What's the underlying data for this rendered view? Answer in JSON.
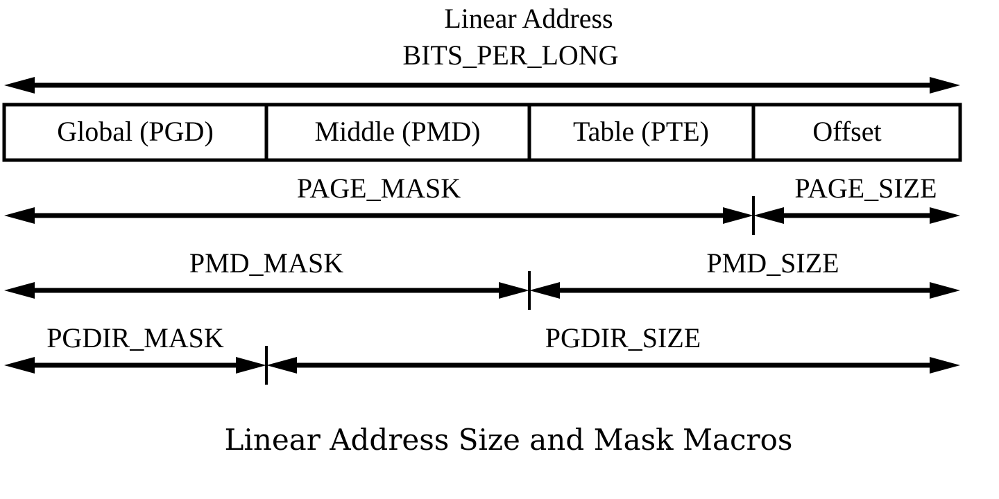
{
  "header": {
    "title": "Linear Address",
    "subtitle": "BITS_PER_LONG"
  },
  "fields": [
    {
      "label": "Global (PGD)"
    },
    {
      "label": "Middle (PMD)"
    },
    {
      "label": "Table (PTE)"
    },
    {
      "label": "Offset"
    }
  ],
  "ranges": {
    "page": {
      "mask": "PAGE_MASK",
      "size": "PAGE_SIZE"
    },
    "pmd": {
      "mask": "PMD_MASK",
      "size": "PMD_SIZE"
    },
    "pgdir": {
      "mask": "PGDIR_MASK",
      "size": "PGDIR_SIZE"
    }
  },
  "caption": "Linear Address Size and Mask Macros"
}
